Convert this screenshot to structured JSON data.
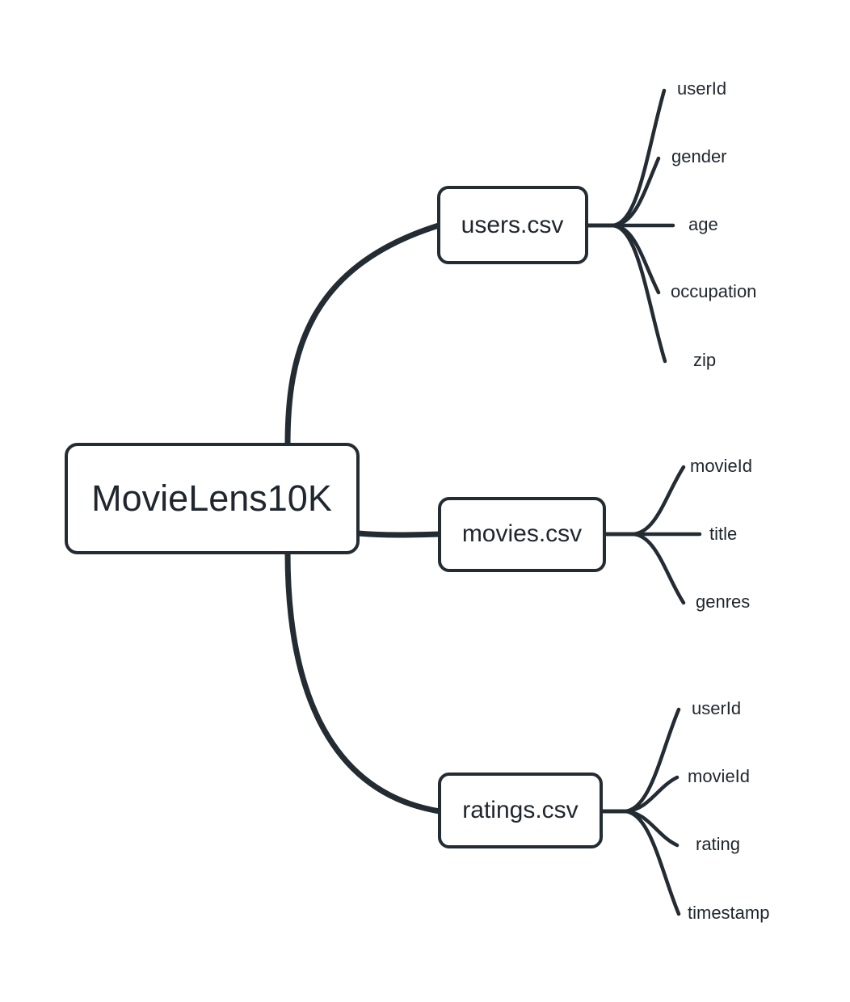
{
  "diagram": {
    "type": "mindmap",
    "title": "MovieLens10K",
    "background_color": "#ffffff",
    "stroke_color": "#232b33",
    "text_color": "#1f262e",
    "root": {
      "label": "MovieLens10K"
    },
    "branches": [
      {
        "id": "users",
        "label": "users.csv",
        "leaves": [
          {
            "label": "userId"
          },
          {
            "label": "gender"
          },
          {
            "label": "age"
          },
          {
            "label": "occupation"
          },
          {
            "label": "zip"
          }
        ]
      },
      {
        "id": "movies",
        "label": "movies.csv",
        "leaves": [
          {
            "label": "movieId"
          },
          {
            "label": "title"
          },
          {
            "label": "genres"
          }
        ]
      },
      {
        "id": "ratings",
        "label": "ratings.csv",
        "leaves": [
          {
            "label": "userId"
          },
          {
            "label": "movieId"
          },
          {
            "label": "rating"
          },
          {
            "label": "timestamp"
          }
        ]
      }
    ]
  }
}
